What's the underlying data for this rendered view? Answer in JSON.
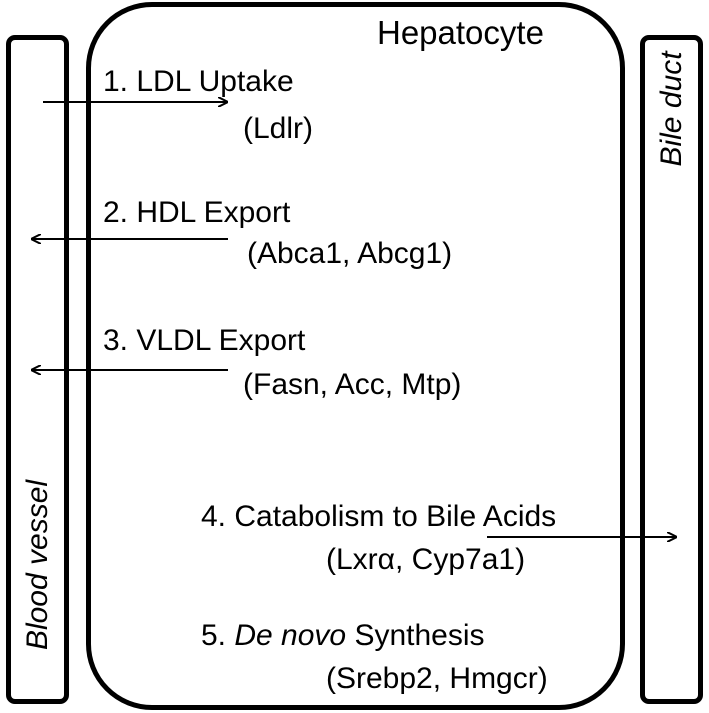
{
  "compartments": {
    "hepatocyte": "Hepatocyte",
    "blood_vessel": "Blood vessel",
    "bile_duct": "Bile duct"
  },
  "pathways": [
    {
      "label": "1. LDL Uptake",
      "genes": "(Ldlr)"
    },
    {
      "label": "2. HDL Export",
      "genes": "(Abca1, Abcg1)"
    },
    {
      "label": "3. VLDL Export",
      "genes": "(Fasn, Acc, Mtp)"
    },
    {
      "label": "4. Catabolism to Bile Acids",
      "genes": "(Lxrα, Cyp7a1)"
    },
    {
      "number": "5.",
      "label_italic": "De novo",
      "label_rest": "Synthesis",
      "genes": "(Srebp2, Hmgcr)"
    }
  ]
}
